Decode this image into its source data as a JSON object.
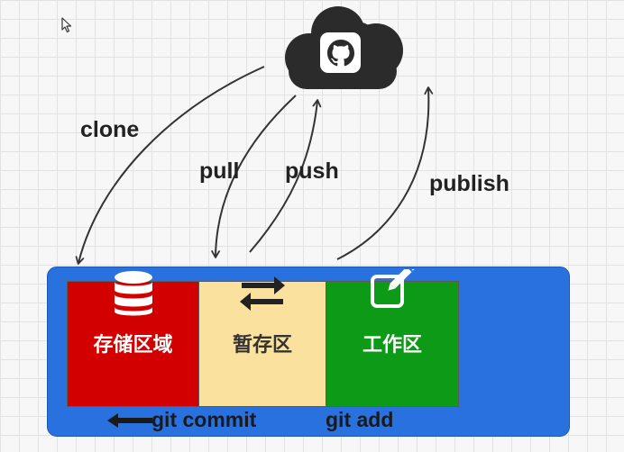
{
  "cloud": {
    "icon": "github-icon",
    "color": "#2b2b2b"
  },
  "arrows": [
    {
      "name": "clone",
      "label": "clone",
      "direction": "cloud-to-local"
    },
    {
      "name": "pull",
      "label": "pull",
      "direction": "cloud-to-local"
    },
    {
      "name": "push",
      "label": "push",
      "direction": "local-to-cloud"
    },
    {
      "name": "publish",
      "label": "publish",
      "direction": "local-to-cloud"
    }
  ],
  "labels": {
    "clone": "clone",
    "pull": "pull",
    "push": "push",
    "publish": "publish"
  },
  "local": {
    "color": "#2a71e0",
    "areas": [
      {
        "key": "repo",
        "label": "存储区域",
        "icon": "database-icon",
        "color": "#d30000"
      },
      {
        "key": "staging",
        "label": "暂存区",
        "icon": "swap-arrows-icon",
        "color": "#fae19e"
      },
      {
        "key": "work",
        "label": "工作区",
        "icon": "edit-icon",
        "color": "#0d9a16"
      }
    ],
    "repo_label": "存储区域",
    "staging_label": "暂存区",
    "work_label": "工作区"
  },
  "commands": {
    "commit": "git commit",
    "add": "git add"
  }
}
